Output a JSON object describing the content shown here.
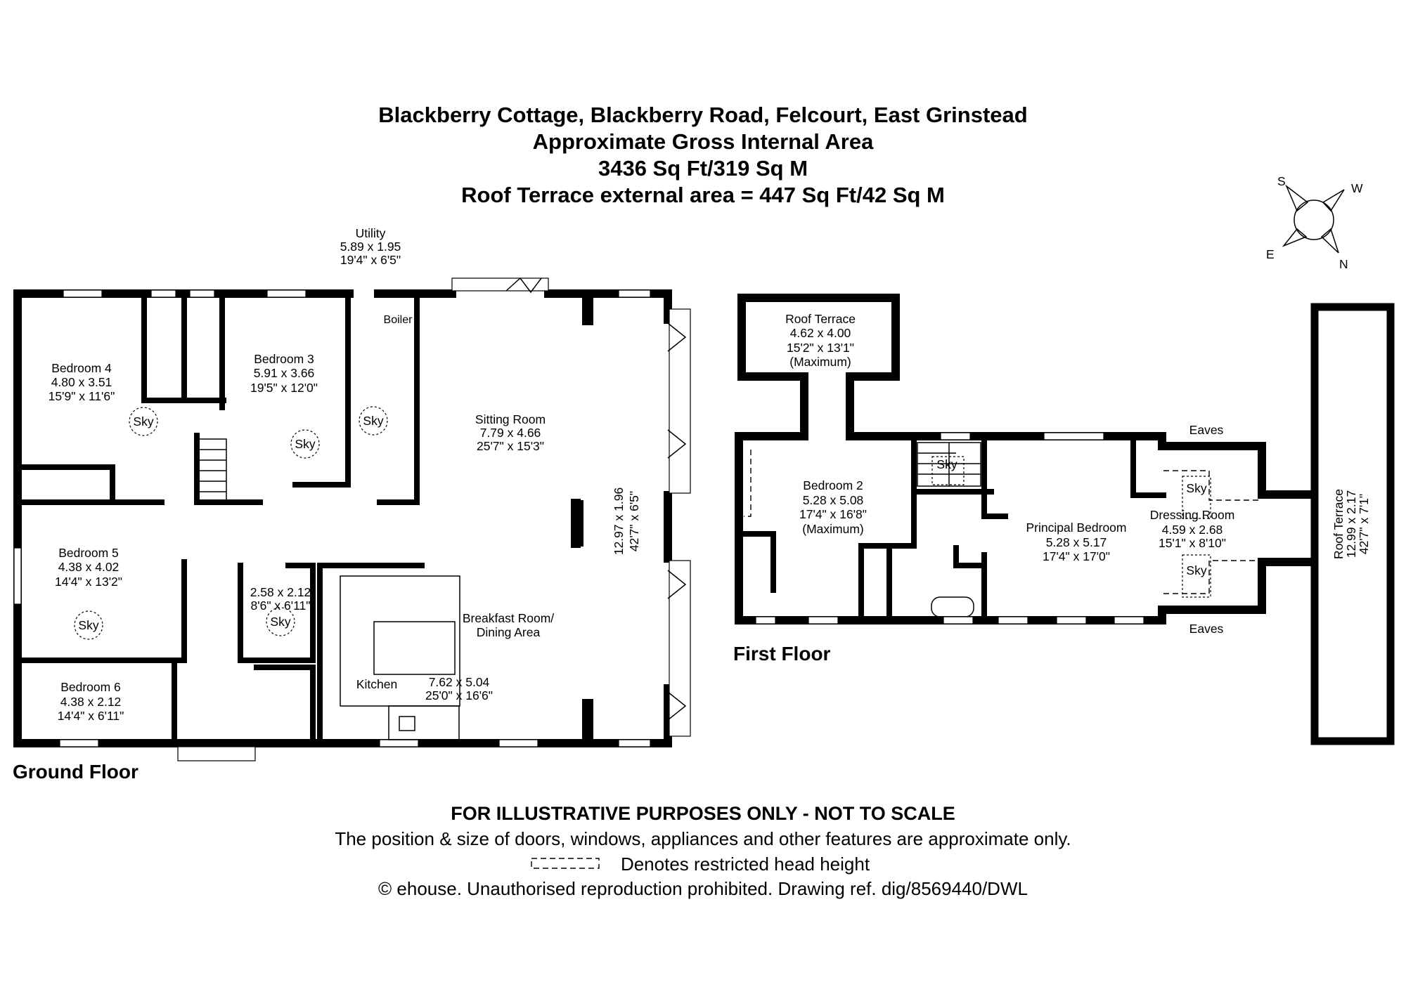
{
  "header": {
    "address": "Blackberry Cottage, Blackberry Road, Felcourt, East Grinstead",
    "subtitle": "Approximate Gross Internal Area",
    "area": "3436 Sq Ft/319 Sq M",
    "terrace_area": "Roof Terrace external area = 447 Sq Ft/42 Sq M"
  },
  "compass": {
    "s": "S",
    "w": "W",
    "e": "E",
    "n": "N"
  },
  "ground_floor": {
    "label": "Ground Floor",
    "utility": {
      "name": "Utility",
      "metric": "5.89 x 1.95",
      "imperial": "19'4\" x 6'5\""
    },
    "boiler": "Boiler",
    "bedroom4": {
      "name": "Bedroom 4",
      "metric": "4.80 x 3.51",
      "imperial": "15'9\" x 11'6\""
    },
    "bedroom3": {
      "name": "Bedroom 3",
      "metric": "5.91 x 3.66",
      "imperial": "19'5\" x 12'0\""
    },
    "sitting": {
      "name": "Sitting Room",
      "metric": "7.79 x 4.66",
      "imperial": "25'7\" x 15'3\""
    },
    "overall": {
      "metric": "12.97 x 1.96",
      "imperial": "42'7\" x 6'5\""
    },
    "bedroom5": {
      "name": "Bedroom 5",
      "metric": "4.38 x 4.02",
      "imperial": "14'4\" x 13'2\""
    },
    "store": {
      "metric": "2.58 x 2.12",
      "imperial": "8'6\" x 6'11\""
    },
    "breakfast": {
      "name_line1": "Breakfast Room/",
      "name_line2": "Dining Area"
    },
    "kitchen": {
      "name": "Kitchen",
      "metric": "7.62 x 5.04",
      "imperial": "25'0\" x 16'6\""
    },
    "bedroom6": {
      "name": "Bedroom 6",
      "metric": "4.38 x 2.12",
      "imperial": "14'4\" x 6'11\""
    },
    "sky": "Sky"
  },
  "first_floor": {
    "label": "First Floor",
    "roof_terrace_top": {
      "name": "Roof Terrace",
      "metric": "4.62 x 4.00",
      "imperial": "15'2\" x 13'1\"",
      "note": "(Maximum)"
    },
    "bedroom2": {
      "name": "Bedroom 2",
      "metric": "5.28 x 5.08",
      "imperial": "17'4\" x 16'8\"",
      "note": "(Maximum)"
    },
    "principal": {
      "name": "Principal Bedroom",
      "metric": "5.28 x 5.17",
      "imperial": "17'4\" x 17'0\""
    },
    "dressing": {
      "name": "Dressing Room",
      "metric": "4.59 x 2.68",
      "imperial": "15'1\" x 8'10\""
    },
    "eaves": "Eaves",
    "roof_terrace_side": {
      "name": "Roof Terrace",
      "metric": "12.99 x 2.17",
      "imperial": "42'7\" x 7'1\""
    },
    "sky": "Sky"
  },
  "footer": {
    "disclaimer": "FOR ILLUSTRATIVE PURPOSES ONLY - NOT TO SCALE",
    "note": "The position & size of doors, windows, appliances and other features are approximate only.",
    "legend": "Denotes restricted head height",
    "copyright": "© ehouse. Unauthorised reproduction prohibited. Drawing ref. dig/8569440/DWL"
  }
}
